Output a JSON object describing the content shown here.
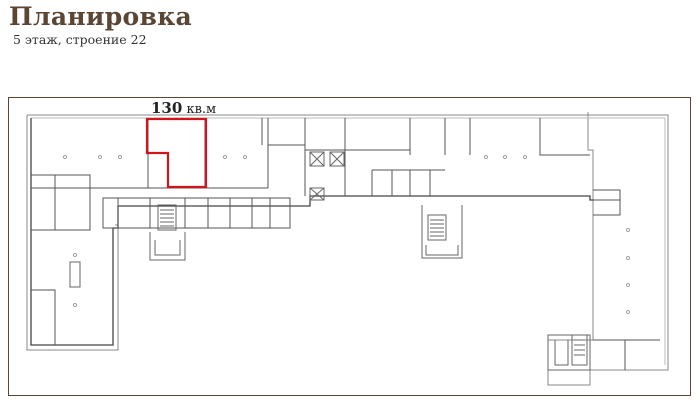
{
  "header": {
    "title": "Планировка",
    "subtitle": "5 этаж, строение 22"
  },
  "plan": {
    "area_value": "130",
    "area_unit": "кв.м",
    "highlight_color": "#d0141c",
    "frame_color": "#5b4636"
  }
}
